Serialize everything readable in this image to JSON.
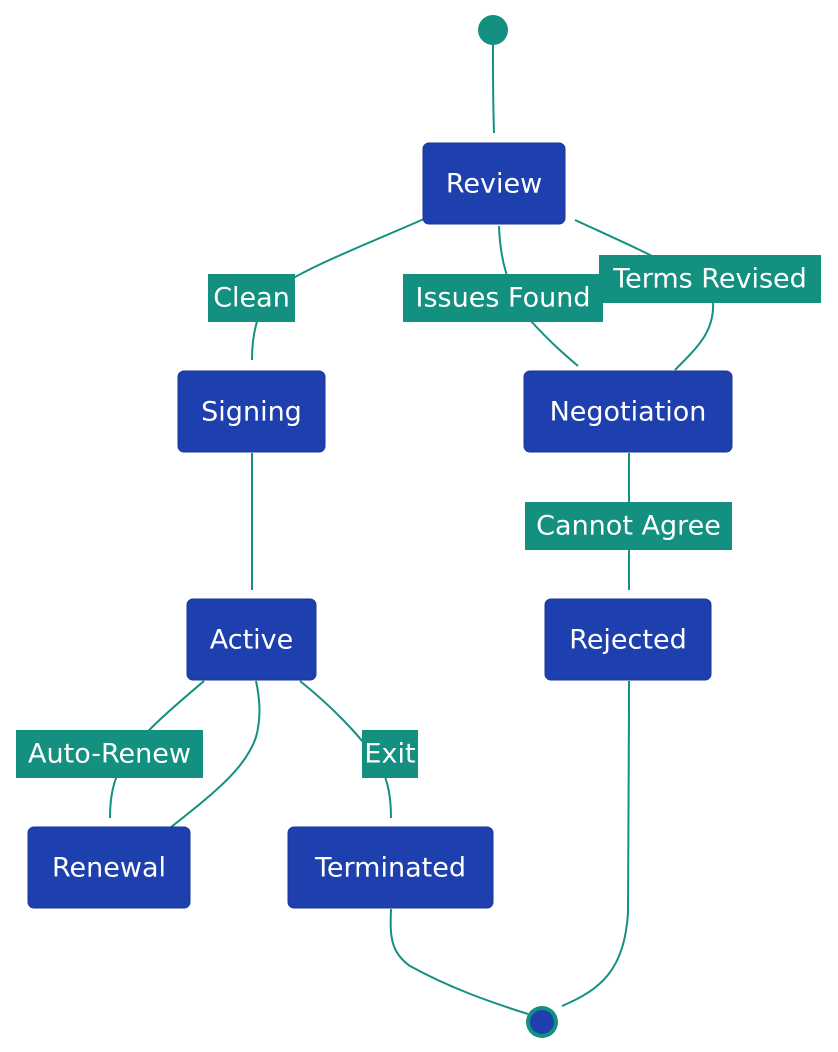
{
  "diagram": {
    "type": "state-diagram",
    "colors": {
      "state_fill": "#1e3fae",
      "edge": "#13907f",
      "label_fill": "#13907f",
      "text": "#ffffff"
    },
    "states": {
      "review": "Review",
      "signing": "Signing",
      "negotiation": "Negotiation",
      "active": "Active",
      "rejected": "Rejected",
      "renewal": "Renewal",
      "terminated": "Terminated"
    },
    "transitions": {
      "clean": "Clean",
      "issues_found": "Issues Found",
      "terms_revised": "Terms Revised",
      "cannot_agree": "Cannot Agree",
      "auto_renew": "Auto-Renew",
      "exit": "Exit"
    }
  }
}
